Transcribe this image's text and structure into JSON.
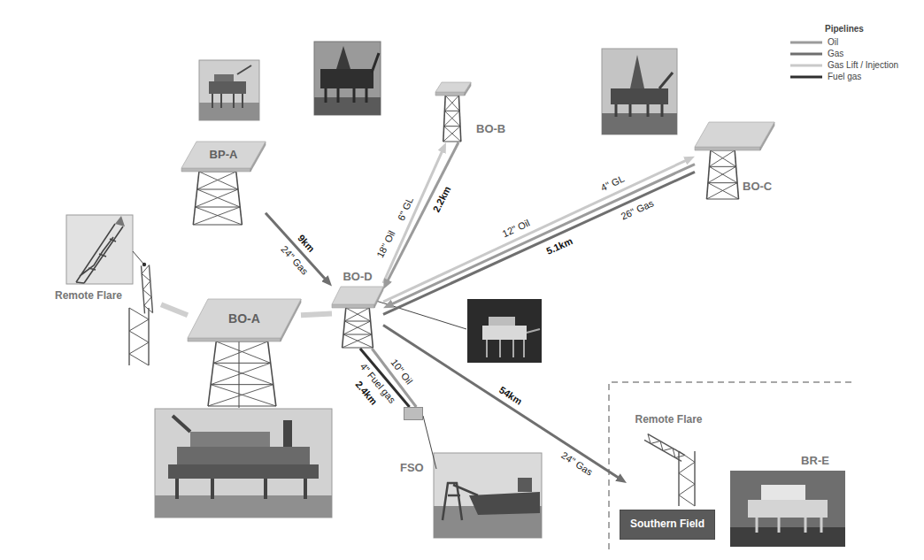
{
  "diagram": {
    "nodes": [
      {
        "text": [
          "BP-A"
        ]
      },
      {
        "text": [
          "BO-B"
        ]
      },
      {
        "text": [
          "BO-C"
        ]
      },
      {
        "text": [
          "Remote Flare"
        ]
      },
      {
        "text": [
          "BO-D"
        ]
      },
      {
        "text": [
          "BO-A"
        ]
      },
      {
        "text": [
          "FSO"
        ]
      },
      {
        "text": [
          "Remote Flare"
        ]
      },
      {
        "text": [
          "BR-E"
        ]
      },
      {
        "text": [
          "Southern Field"
        ]
      }
    ],
    "edges": [
      {
        "from": 0,
        "to": 4,
        "label": "24\" Gas",
        "arrow": "to"
      },
      {
        "from": 4,
        "to": 1,
        "label": "6\" GL",
        "arrow": "to"
      },
      {
        "from": 1,
        "to": 4,
        "label": "18\" Oil",
        "arrow": "to"
      },
      {
        "from": 4,
        "to": 2,
        "label": "4\" GL",
        "arrow": "to"
      },
      {
        "from": 2,
        "to": 4,
        "label": "12\" Oil",
        "arrow": "to"
      },
      {
        "from": 2,
        "to": 4,
        "label": "26\" Gas",
        "arrow": "none"
      },
      {
        "from": 4,
        "to": 7,
        "label": "24\" Gas",
        "arrow": "to"
      },
      {
        "from": 4,
        "to": 6,
        "label": "10\" Oil",
        "arrow": "none"
      },
      {
        "from": 4,
        "to": 6,
        "label": "4\" Fuel gas",
        "arrow": "none"
      },
      {
        "from": 5,
        "to": 4,
        "arrow": "none"
      },
      {
        "from": 3,
        "to": 5,
        "arrow": "none"
      }
    ],
    "labels": [
      "Pipelines",
      "9km",
      "2.2km",
      "5.1km",
      "54km",
      "2.4km"
    ],
    "legend": [
      {
        "text": "Oil"
      },
      {
        "text": "Gas"
      },
      {
        "text": "Gas Lift / Injection"
      },
      {
        "text": "Fuel gas"
      }
    ]
  }
}
